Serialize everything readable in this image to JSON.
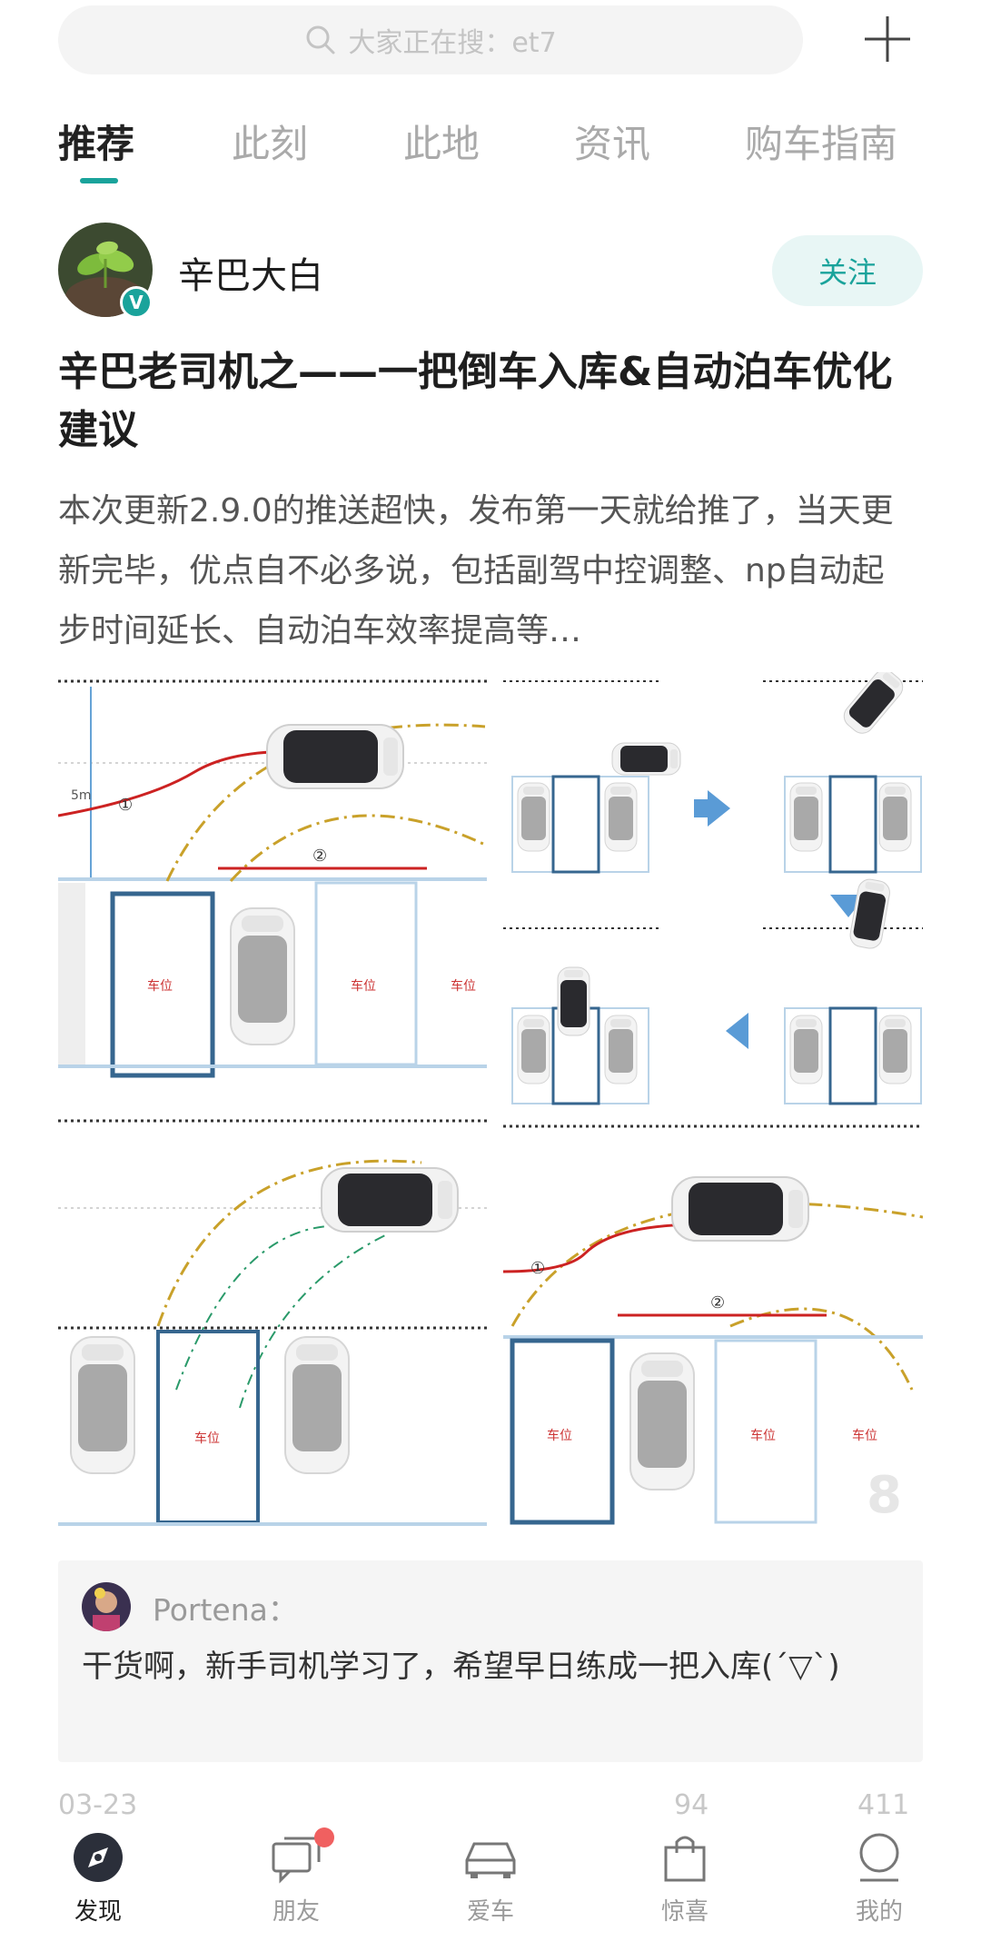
{
  "search": {
    "placeholder": "大家正在搜：et7"
  },
  "tabs": [
    {
      "label": "推荐",
      "active": true
    },
    {
      "label": "此刻"
    },
    {
      "label": "此地"
    },
    {
      "label": "资讯"
    },
    {
      "label": "购车指南"
    }
  ],
  "post": {
    "author": "辛巴大白",
    "follow_label": "关注",
    "title": "辛巴老司机之——一把倒车入库&自动泊车优化建议",
    "description": "本次更新2.9.0的推送超快，发布第一天就给推了，当天更新完毕，优点自不必多说，包括副驾中控调整、np自动起步时间延长、自动泊车效率提高等…",
    "image": {
      "distance_label": "5m",
      "marker_1": "①",
      "marker_2": "②",
      "spot_label": "车位",
      "corner_digit": "8"
    },
    "comment": {
      "author": "Portena：",
      "text": "干货啊，新手司机学习了，希望早日练成一把入库(ˊ▽ˋ)"
    }
  },
  "meta": {
    "date": "03-23",
    "comments": "94",
    "likes": "411"
  },
  "bottom_nav": [
    {
      "label": "发现",
      "active": true
    },
    {
      "label": "朋友",
      "badge": true
    },
    {
      "label": "爱车"
    },
    {
      "label": "惊喜"
    },
    {
      "label": "我的"
    }
  ],
  "colors": {
    "accent": "#1aa39b",
    "badge": "#f06060"
  }
}
